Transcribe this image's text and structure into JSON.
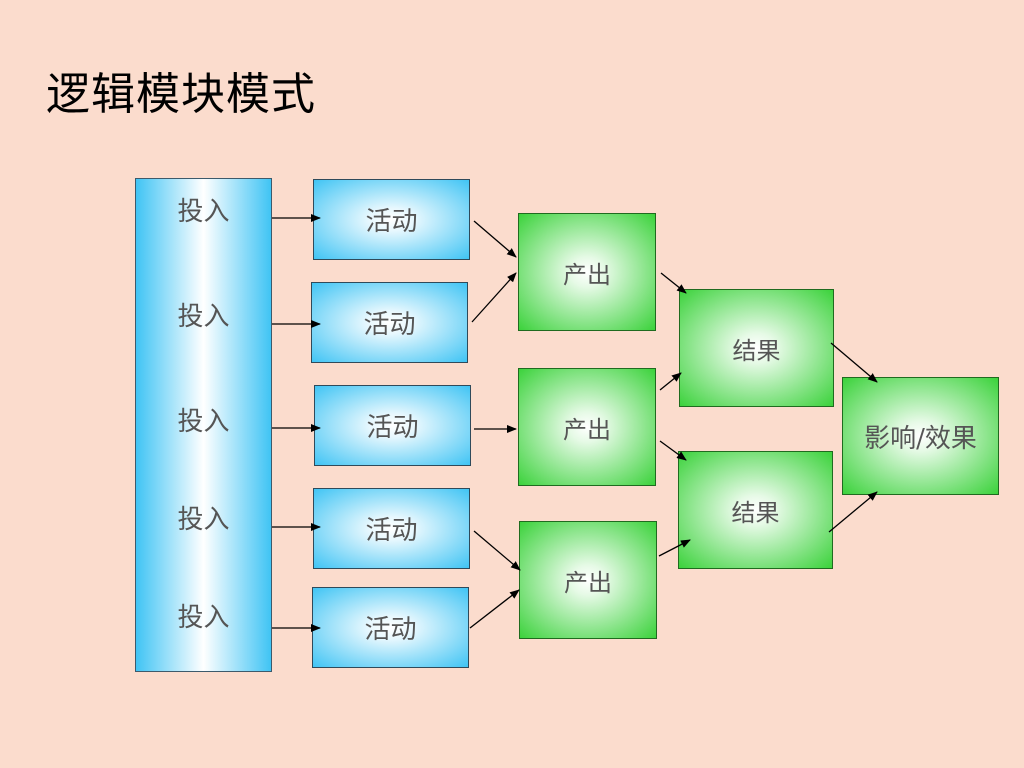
{
  "title": "逻辑模块模式",
  "inputs": [
    "投入",
    "投入",
    "投入",
    "投入",
    "投入"
  ],
  "activities": [
    "活动",
    "活动",
    "活动",
    "活动",
    "活动"
  ],
  "outputs": [
    "产出",
    "产出",
    "产出"
  ],
  "outcomes": [
    "结果",
    "结果"
  ],
  "impact": "影响/效果",
  "colors": {
    "background": "#fbdccd",
    "activity_blue": "#40c4f4",
    "output_green": "#3bd23b",
    "arrow": "#000000"
  }
}
